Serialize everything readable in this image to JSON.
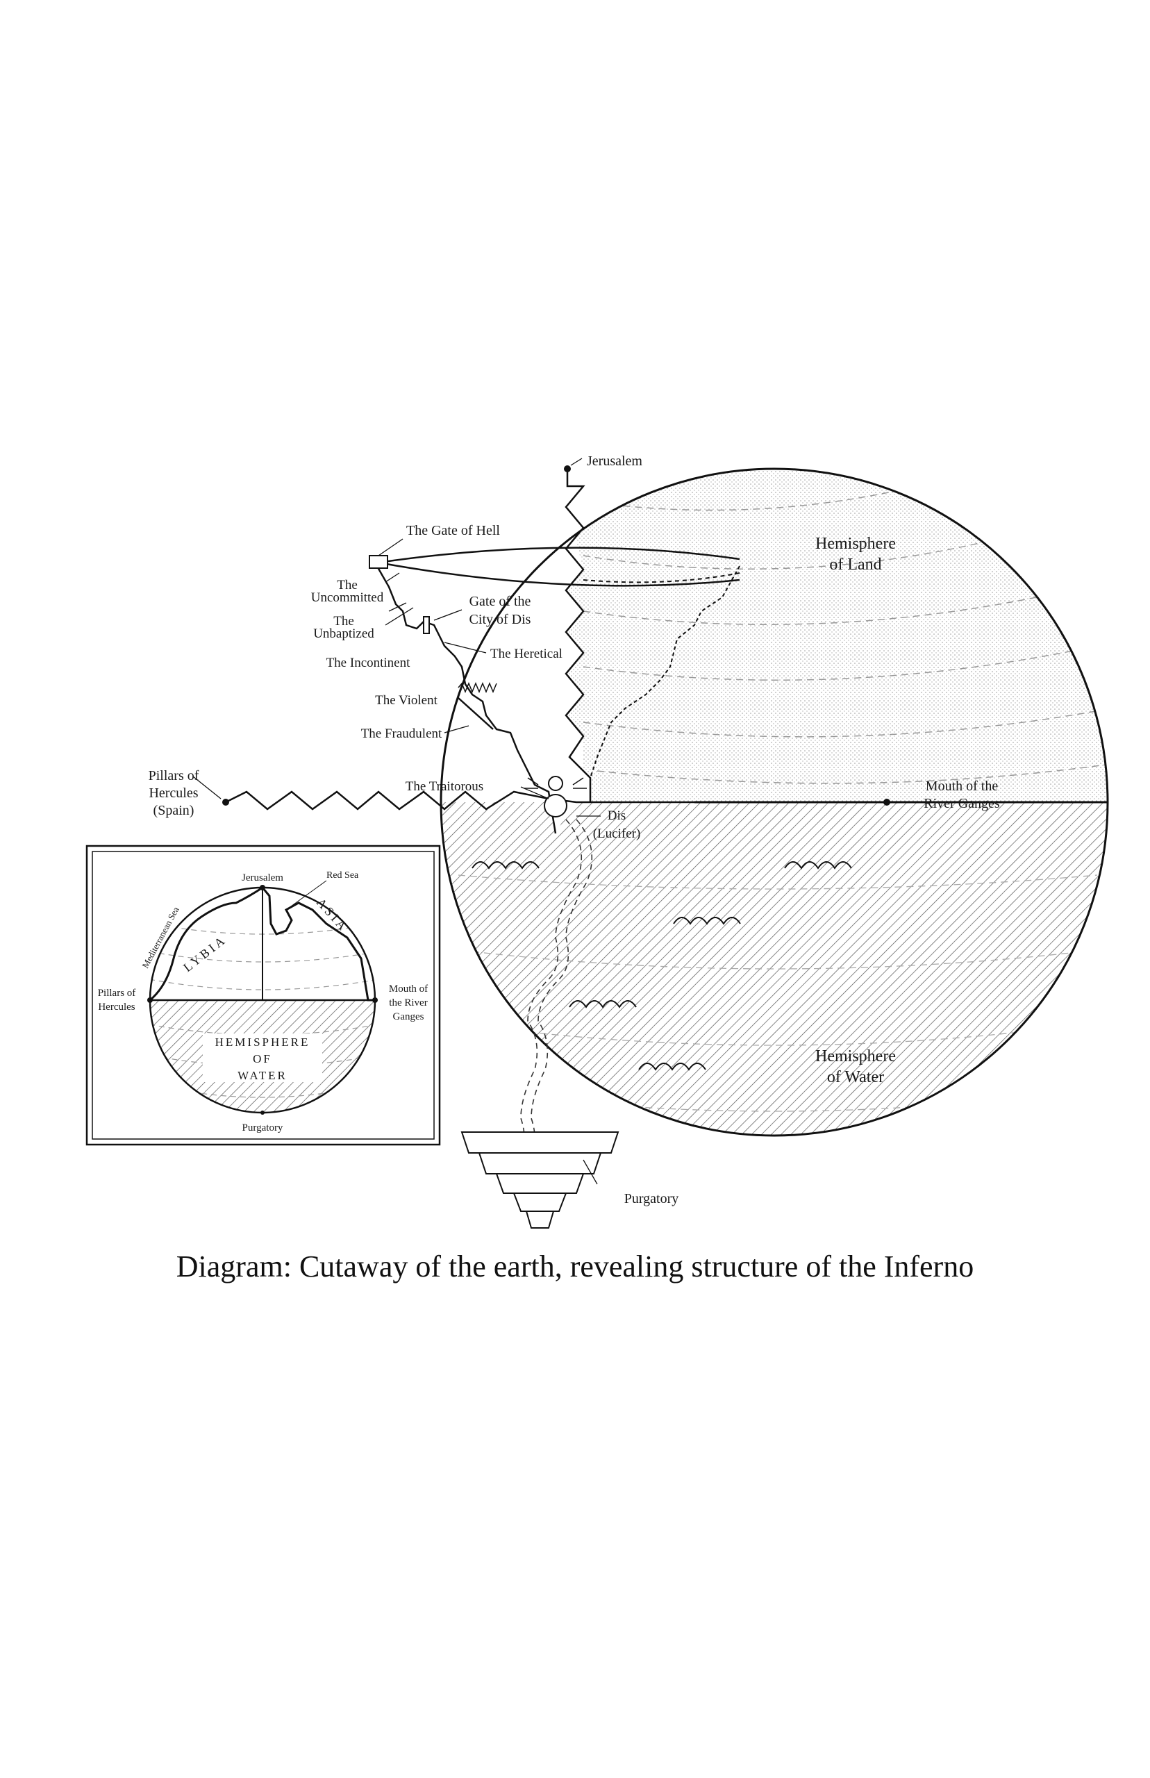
{
  "caption": "Diagram: Cutaway of the earth, revealing structure of the Inferno",
  "main": {
    "jerusalem": "Jerusalem",
    "hemisphere_land": [
      "Hemisphere",
      "of Land"
    ],
    "hemisphere_water": [
      "Hemisphere",
      "of Water"
    ],
    "pillars": [
      "Pillars of",
      "Hercules",
      "(Spain)"
    ],
    "mouth": [
      "Mouth of the",
      "River Ganges"
    ],
    "gate_of_hell": "The Gate of Hell",
    "uncommitted": [
      "The",
      "Uncommitted"
    ],
    "unbaptized": [
      "The",
      "Unbaptized"
    ],
    "incontinent": "The Incontinent",
    "gate_dis": [
      "Gate of the",
      "City of Dis"
    ],
    "heretical": "The Heretical",
    "violent": "The Violent",
    "fraudulent": "The Fraudulent",
    "traitorous": "The Traitorous",
    "dis": [
      "Dis",
      "(Lucifer)"
    ],
    "purgatory": "Purgatory"
  },
  "inset": {
    "jerusalem": "Jerusalem",
    "red_sea": "Red Sea",
    "mediterranean": "Mediterranean Sea",
    "lybia": "LYBIA",
    "asia": "ASIA",
    "pillars": [
      "Pillars of",
      "Hercules"
    ],
    "mouth": [
      "Mouth of",
      "the River",
      "Ganges"
    ],
    "hemisphere_water": [
      "HEMISPHERE",
      "OF",
      "WATER"
    ],
    "purgatory": "Purgatory"
  }
}
